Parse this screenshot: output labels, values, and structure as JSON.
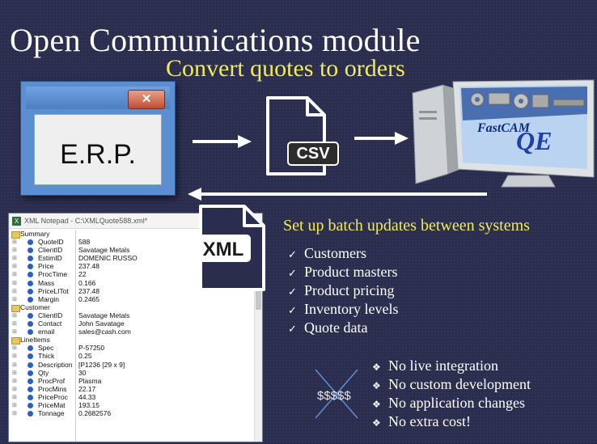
{
  "slide": {
    "title": "Open Communications module",
    "subtitle": "Convert quotes to orders"
  },
  "erp": {
    "label": "E.R.P.",
    "close_icon": "close-x-icon"
  },
  "csv": {
    "label": "CSV"
  },
  "xml": {
    "label": "XML"
  },
  "fastcam": {
    "brand": "FastCAM",
    "product": "QE"
  },
  "xml_notepad": {
    "title": "XML Notepad - C:\\XMLQuote588.xml*",
    "rows": [
      {
        "type": "group",
        "key": "Summary",
        "value": ""
      },
      {
        "type": "field",
        "key": "QuoteID",
        "value": "588"
      },
      {
        "type": "field",
        "key": "ClientID",
        "value": "Savatage Metals"
      },
      {
        "type": "field",
        "key": "EstimID",
        "value": "DOMENIC RUSSO"
      },
      {
        "type": "field",
        "key": "Price",
        "value": "237.48"
      },
      {
        "type": "field",
        "key": "ProcTime",
        "value": "22"
      },
      {
        "type": "field",
        "key": "Mass",
        "value": "0.166"
      },
      {
        "type": "field",
        "key": "PriceLITot",
        "value": "237.48"
      },
      {
        "type": "field",
        "key": "Margin",
        "value": "0.2465"
      },
      {
        "type": "group",
        "key": "Customer",
        "value": ""
      },
      {
        "type": "field",
        "key": "ClientID",
        "value": "Savatage Metals"
      },
      {
        "type": "field",
        "key": "Contact",
        "value": "John Savatage"
      },
      {
        "type": "field",
        "key": "email",
        "value": "sales@cash.com"
      },
      {
        "type": "group",
        "key": "LineItems",
        "value": ""
      },
      {
        "type": "field",
        "key": "Spec",
        "value": "P-57250"
      },
      {
        "type": "field",
        "key": "Thick",
        "value": "0.25"
      },
      {
        "type": "field",
        "key": "Description",
        "value": "[P1236 [29 x 9]"
      },
      {
        "type": "field",
        "key": "Qty",
        "value": "30"
      },
      {
        "type": "field",
        "key": "ProcProf",
        "value": "Plasma"
      },
      {
        "type": "field",
        "key": "ProcMins",
        "value": "22.17"
      },
      {
        "type": "field",
        "key": "PriceProc",
        "value": "44.33"
      },
      {
        "type": "field",
        "key": "PriceMat",
        "value": "193.15"
      },
      {
        "type": "field",
        "key": "Tonnage",
        "value": "0.2682576"
      }
    ]
  },
  "batch": {
    "title": "Set up batch updates between systems",
    "items": [
      "Customers",
      "Product masters",
      "Product pricing",
      "Inventory levels",
      "Quote data"
    ]
  },
  "benefits": {
    "money": "$$$$$",
    "items": [
      "No live integration",
      "No custom development",
      "No application  changes",
      "No extra cost!"
    ]
  },
  "colors": {
    "background": "#2b2d4f",
    "accent_yellow": "#f1ea5a",
    "erp_blue": "#5b8fd1"
  }
}
